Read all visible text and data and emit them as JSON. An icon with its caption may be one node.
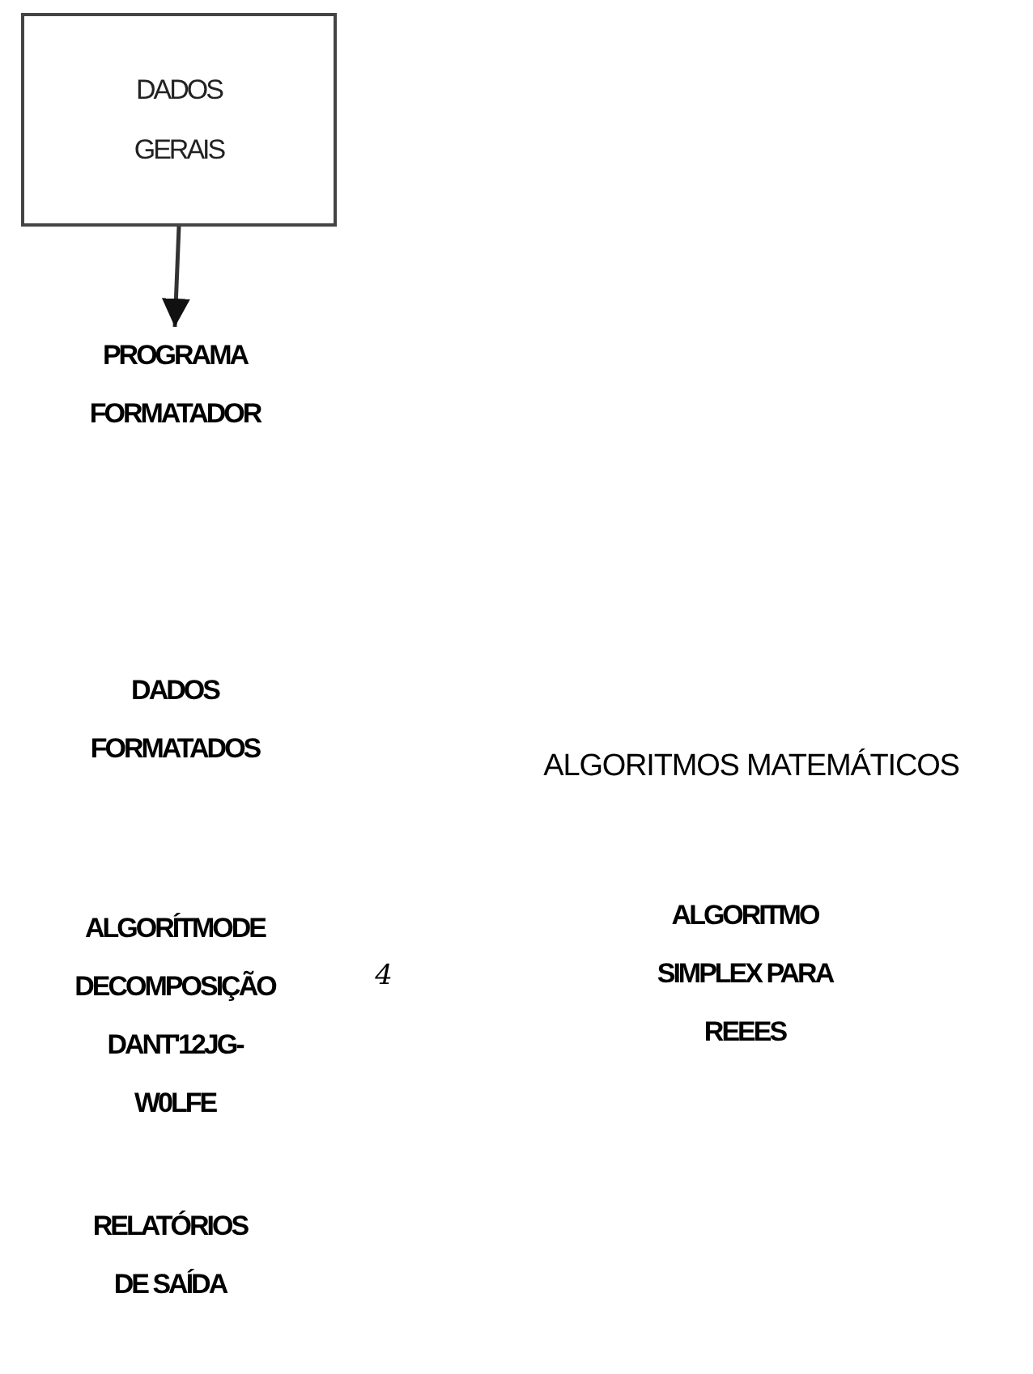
{
  "diagram": {
    "nodes": [
      {
        "text": [
          "DADOS GERAIS"
        ]
      },
      {
        "text": [
          "PROGRAMA FORMATADOR"
        ]
      }
    ],
    "edges": [
      {
        "from": 0,
        "to": 1,
        "arrow": "to"
      }
    ],
    "labels": [
      "DADOS FORMATADOS",
      "ALGORITMOS MATEMÁTICOS",
      "ALGORÍTMODE DECOMPOSIÇÃO DANT'12JG-W0LFE",
      "4",
      "ALGORITMO SIMPLEX PARA REEES",
      "RELATÓRIOS DE SAÍDA"
    ]
  }
}
